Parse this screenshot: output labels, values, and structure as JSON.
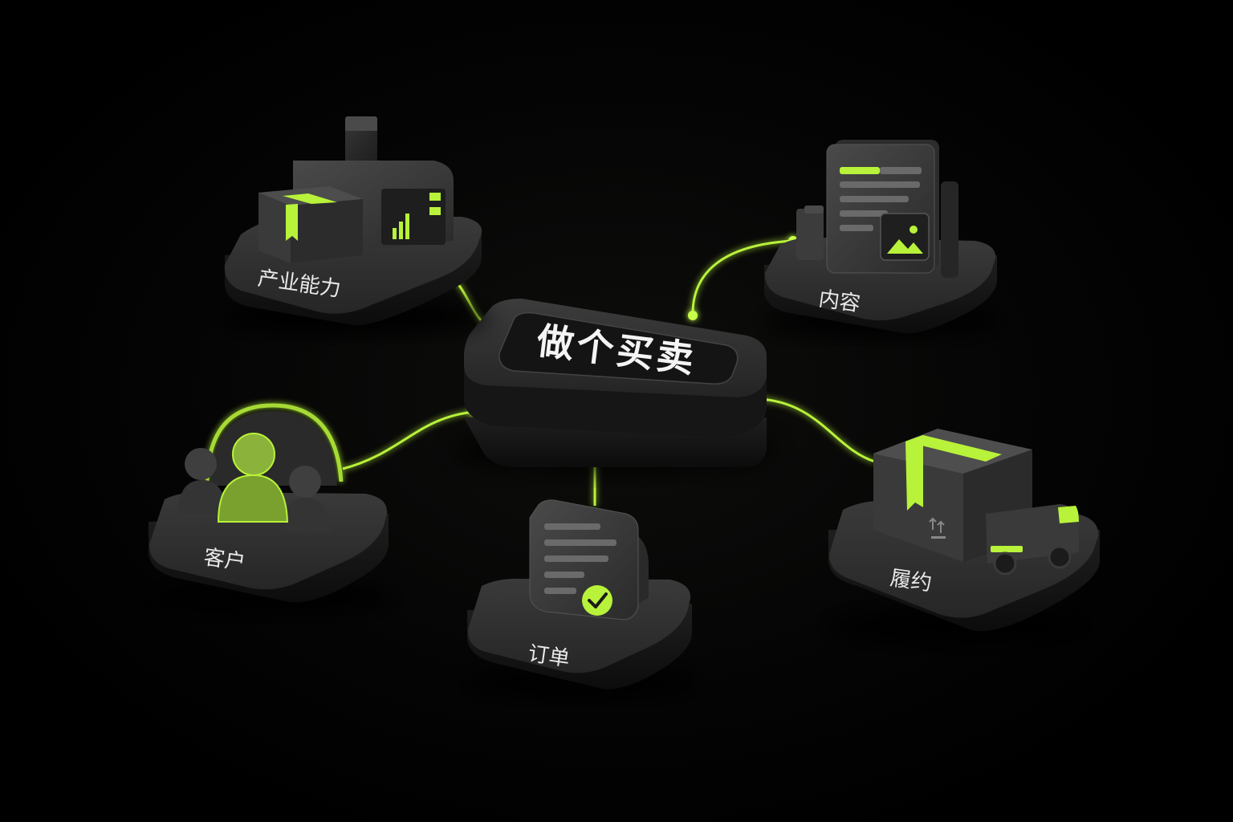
{
  "diagram": {
    "center": {
      "label": "做个买卖"
    },
    "nodes": [
      {
        "id": "industry",
        "label": "产业能力",
        "icon": "factory-icon"
      },
      {
        "id": "content",
        "label": "内容",
        "icon": "document-image-icon"
      },
      {
        "id": "customer",
        "label": "客户",
        "icon": "users-icon"
      },
      {
        "id": "order",
        "label": "订单",
        "icon": "receipt-check-icon"
      },
      {
        "id": "fulfillment",
        "label": "履约",
        "icon": "package-truck-icon"
      }
    ],
    "colors": {
      "accent": "#b8f23a",
      "tile": "#2e2e2e",
      "tile_dark": "#1a1a1a",
      "background": "#000000"
    }
  }
}
